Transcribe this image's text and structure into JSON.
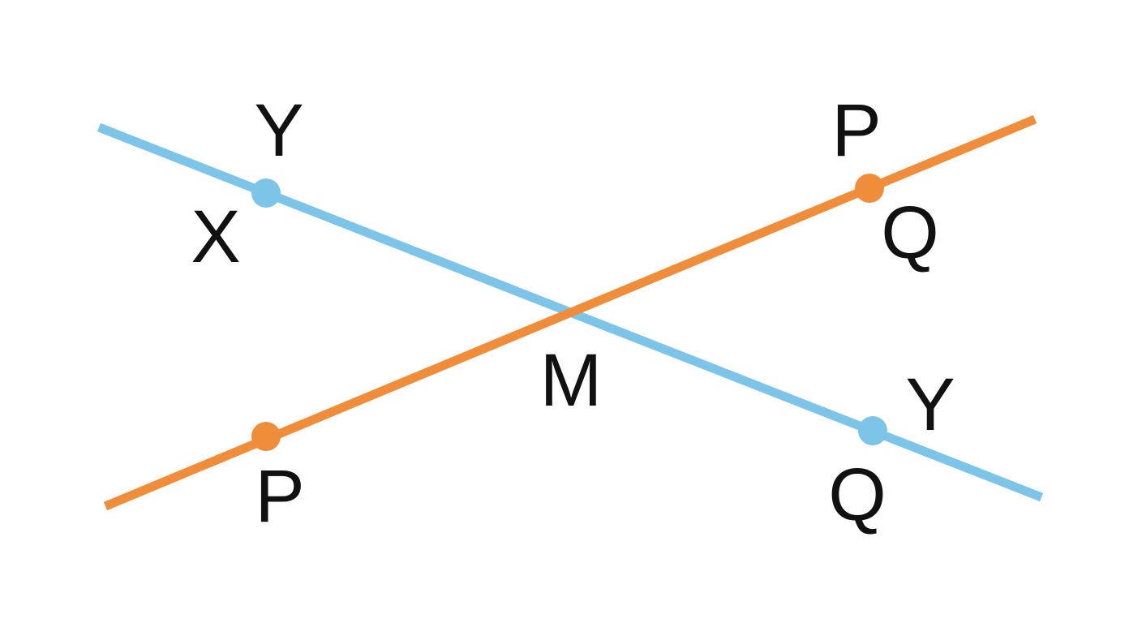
{
  "diagram": {
    "labels": {
      "y_top_left": "Y",
      "x_left": "X",
      "p_top_right": "P",
      "q_top_right": "Q",
      "m_center": "M",
      "y_bottom_right": "Y",
      "q_bottom_right": "Q",
      "p_bottom_left": "P"
    },
    "colors": {
      "blue_line": "#7CC4E8",
      "orange_line": "#F08D3A",
      "label": "#111111",
      "background": "#FFFFFF"
    }
  }
}
